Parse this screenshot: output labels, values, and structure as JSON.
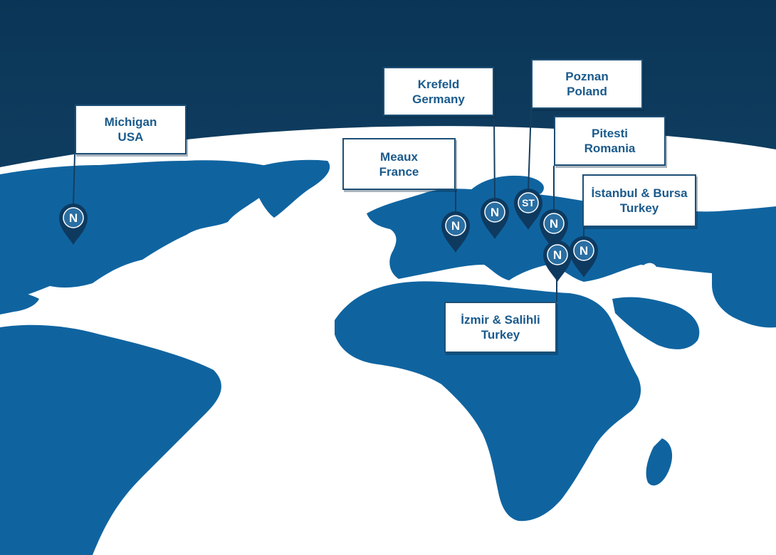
{
  "colors": {
    "sky_top": "#0b3556",
    "sky_bottom": "#174f76",
    "land": "#0f64a0",
    "ocean": "#ffffff",
    "label_border": "#1d4f75",
    "label_text": "#1a5a8c",
    "pin_fill": "#0e3a60",
    "pin_inner": "#2a6fa3"
  },
  "locations": [
    {
      "id": "michigan",
      "line1": "Michigan",
      "line2": "USA",
      "icon": "n-logo-icon"
    },
    {
      "id": "krefeld",
      "line1": "Krefeld",
      "line2": "Germany",
      "icon": "n-logo-icon"
    },
    {
      "id": "poznan",
      "line1": "Poznan",
      "line2": "Poland",
      "icon": "st-logo-icon"
    },
    {
      "id": "pitesti",
      "line1": "Pitesti",
      "line2": "Romania",
      "icon": "n-logo-icon"
    },
    {
      "id": "meaux",
      "line1": "Meaux",
      "line2": "France",
      "icon": "n-logo-icon"
    },
    {
      "id": "istanbul",
      "line1": "İstanbul & Bursa",
      "line2": "Turkey",
      "icon": "n-logo-icon"
    },
    {
      "id": "izmir",
      "line1": "İzmir & Salihli",
      "line2": "Turkey",
      "icon": "n-logo-icon"
    }
  ],
  "pin_logo_letter": "N",
  "st_logo_letters": "ST"
}
